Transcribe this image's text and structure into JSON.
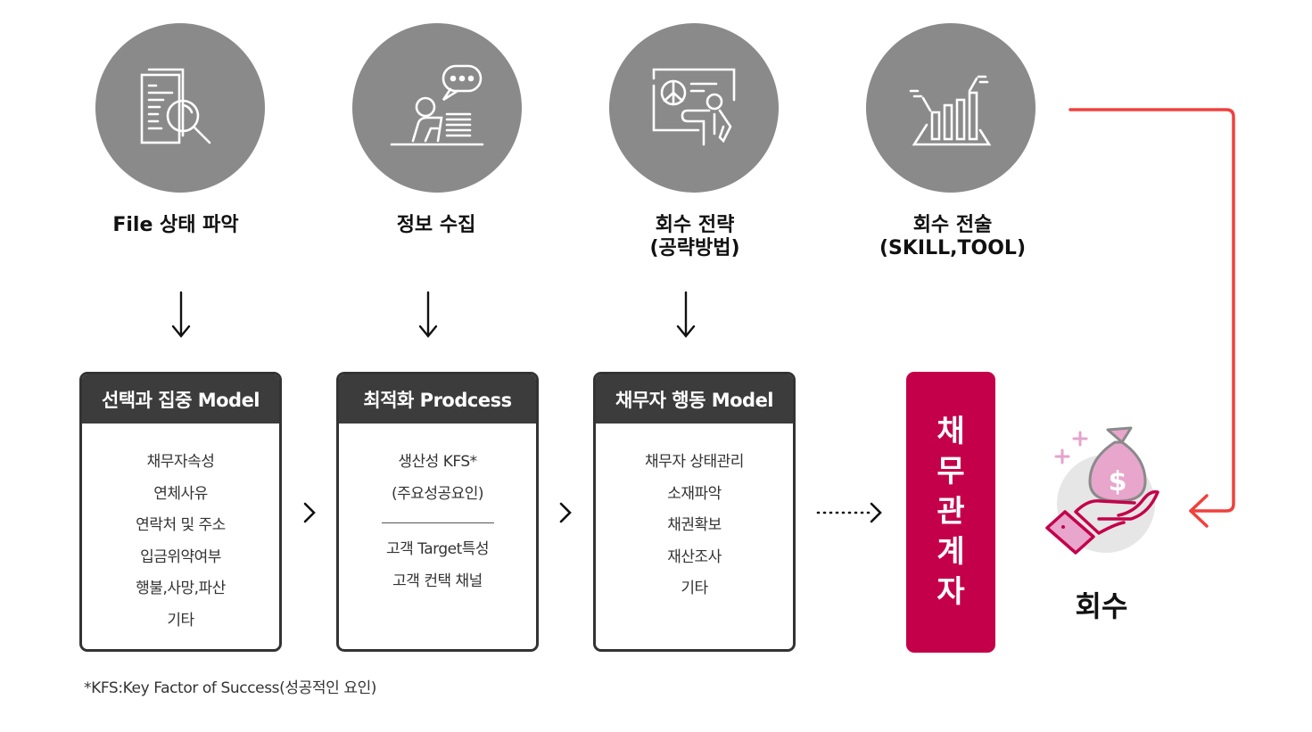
{
  "steps": [
    {
      "label": "File 상태 파악",
      "icon": "document-search-icon"
    },
    {
      "label": "정보 수집",
      "icon": "person-speech-desk-icon"
    },
    {
      "label_line1": "회수 전략",
      "label_line2": "(공략방법)",
      "icon": "presentation-pie-chart-icon"
    },
    {
      "label_line1": "회수 전술",
      "label_line2": "(SKILL,TOOL)",
      "icon": "bar-chart-growth-icon"
    }
  ],
  "cards": [
    {
      "title": "선택과 집중 Model",
      "items": [
        "채무자속성",
        "연체사유",
        "연락처 및 주소",
        "입금위약여부",
        "행불,사망,파산",
        "기타"
      ]
    },
    {
      "title": "최적화 Prodcess",
      "items_top": [
        "생산성 KFS*",
        "(주요성공요인)"
      ],
      "items_bottom": [
        "고객 Target특성",
        "고객 컨택 채널"
      ]
    },
    {
      "title": "채무자 행동 Model",
      "items": [
        "채무자 상태관리",
        "소재파악",
        "채권확보",
        "재산조사",
        "기타"
      ]
    }
  ],
  "debtor_box": {
    "chars": [
      "채",
      "무",
      "관",
      "계",
      "자"
    ],
    "color": "#c4004a"
  },
  "recovery": {
    "label": "회수",
    "icon": "hand-money-bag-icon"
  },
  "footnote": "*KFS:Key Factor of Success(성공적인 요인)",
  "colors": {
    "circle": "#8a8a8a",
    "card_header": "#3c3c3c",
    "feedback_arrow": "#f0403c",
    "debtor_box": "#c4004a",
    "money_bag": "#e8a6cc"
  }
}
